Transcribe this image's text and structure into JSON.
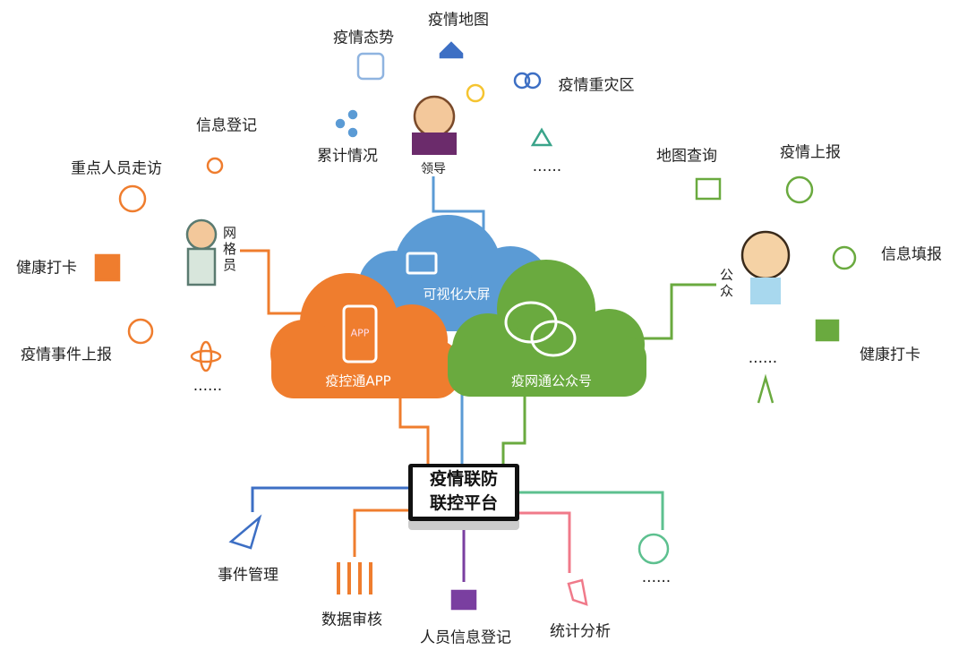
{
  "clouds": {
    "screen": "可视化大屏",
    "app": "疫控通APP",
    "app_icon": "APP",
    "wechat": "疫网通公众号"
  },
  "platform": {
    "line1": "疫情联防",
    "line2": "联控平台"
  },
  "leader": {
    "role": "领导",
    "items": [
      "疫情地图",
      "疫情态势",
      "疫情重灾区",
      "累计情况",
      "......"
    ]
  },
  "grid": {
    "role": "网格员",
    "items": [
      "信息登记",
      "重点人员走访",
      "健康打卡",
      "疫情事件上报",
      "......"
    ]
  },
  "public": {
    "role": "公众",
    "items": [
      "地图查询",
      "疫情上报",
      "信息填报",
      "健康打卡",
      "......"
    ]
  },
  "functions": [
    "事件管理",
    "数据审核",
    "人员信息登记",
    "统计分析",
    "......"
  ],
  "colors": {
    "orange": "#ef7d2e",
    "blue": "#5b9bd5",
    "green": "#6aaa3f",
    "purple": "#7a3fa0",
    "pink": "#f07a8a",
    "teal": "#5dc08f",
    "navy": "#3d6fc4"
  }
}
